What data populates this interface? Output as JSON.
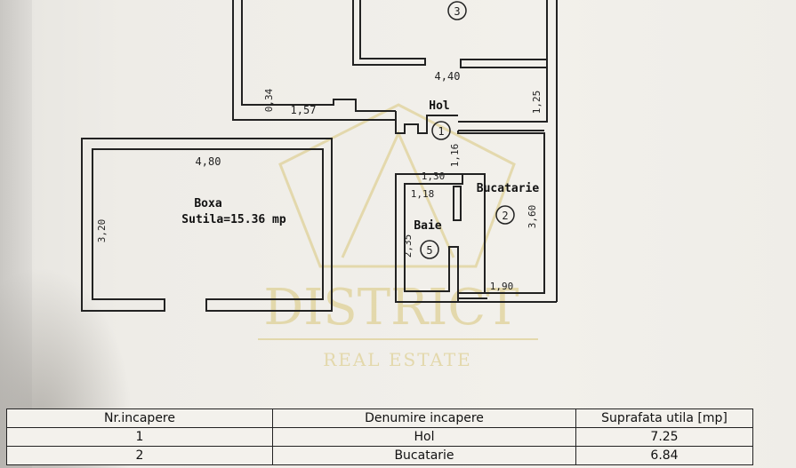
{
  "plan": {
    "dimensions": {
      "top_width": "4,40",
      "wall_034": "0,34",
      "len_157": "1,57",
      "right_125": "1,25",
      "boxa_width": "4,80",
      "boxa_height": "3,20",
      "hol_116": "1,16",
      "baie_130": "1,30",
      "baie_118": "1,18",
      "baie_235": "2,35",
      "buc_360": "3,60",
      "buc_190": "1,90"
    },
    "rooms": {
      "hol": "Hol",
      "hol_num": "1",
      "bucatarie": "Bucatarie",
      "bucatarie_num": "2",
      "room3_num": "3",
      "baie": "Baie",
      "baie_num": "5",
      "boxa": "Boxa",
      "boxa_area": "Sutila=15.36 mp"
    },
    "watermark": {
      "brand": "DISTRICT",
      "tagline": "REAL ESTATE"
    }
  },
  "table": {
    "headers": [
      "Nr.incapere",
      "Denumire incapere",
      "Suprafata utila [mp]"
    ],
    "rows": [
      {
        "nr": "1",
        "name": "Hol",
        "area": "7.25"
      },
      {
        "nr": "2",
        "name": "Bucatarie",
        "area": "6.84"
      }
    ]
  },
  "colors": {
    "ink": "#222222",
    "watermark": "#d9c77a"
  }
}
